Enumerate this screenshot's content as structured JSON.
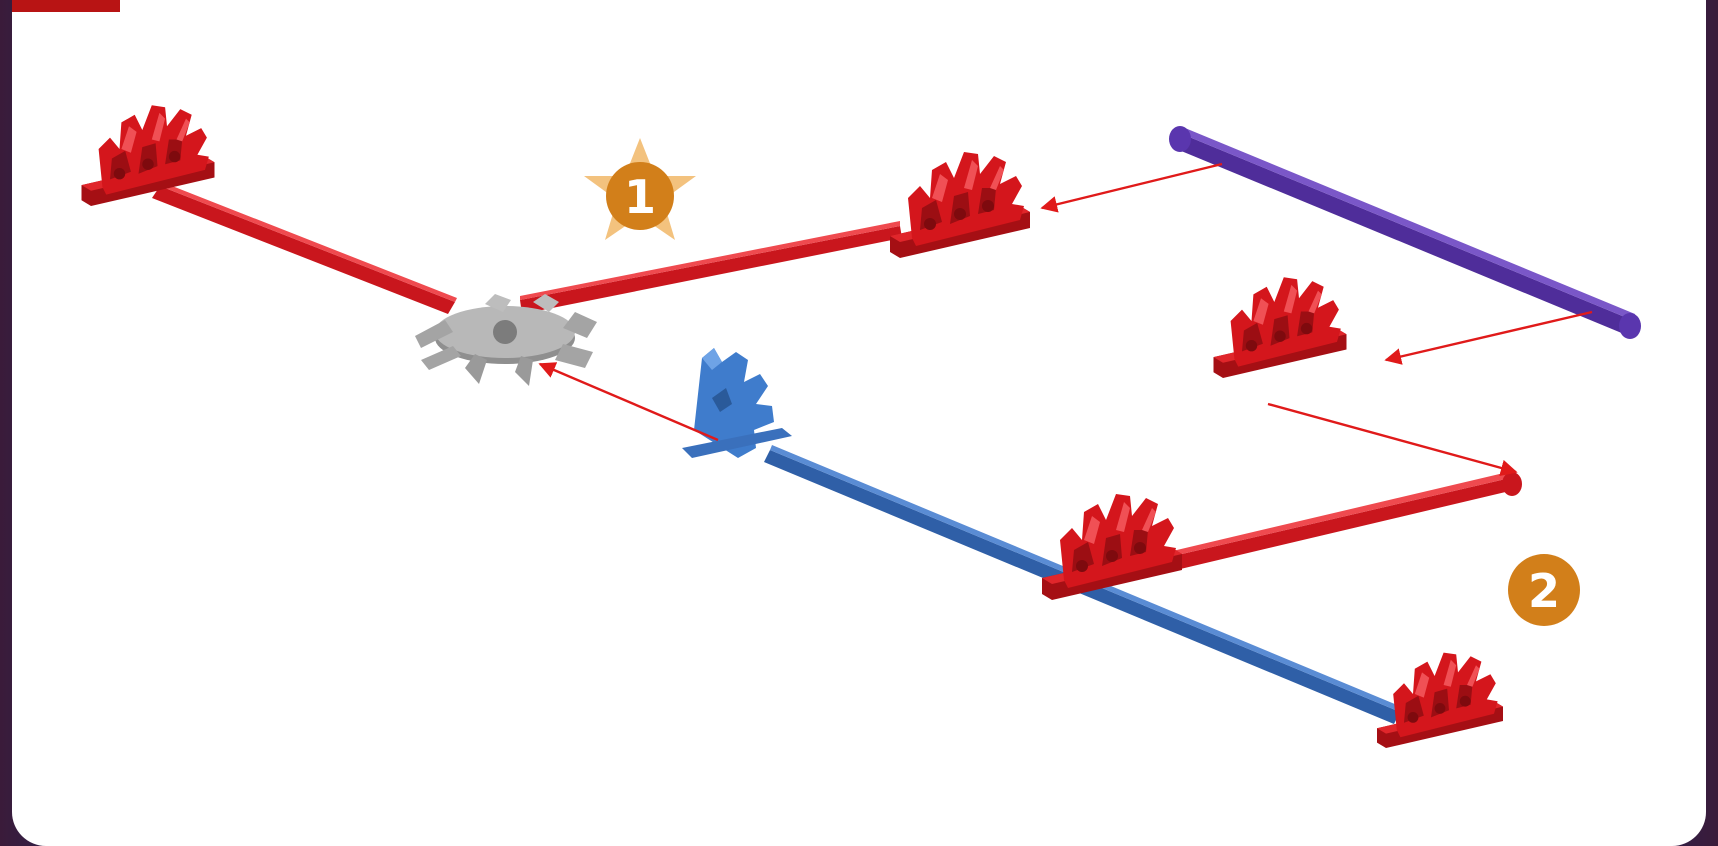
{
  "steps": [
    {
      "number": "1",
      "style": "star"
    },
    {
      "number": "2",
      "style": "circle"
    }
  ],
  "colors": {
    "connector_red": "#d4161c",
    "rod_red": "#c9161d",
    "rod_blue": "#2f5fa7",
    "connector_blue": "#3f7ccc",
    "connector_gray": "#a4a4a4",
    "rod_purple": "#4f2d9a",
    "arrow": "#e01a1a",
    "badge": "#d27f1a",
    "star": "#f3c27e"
  }
}
